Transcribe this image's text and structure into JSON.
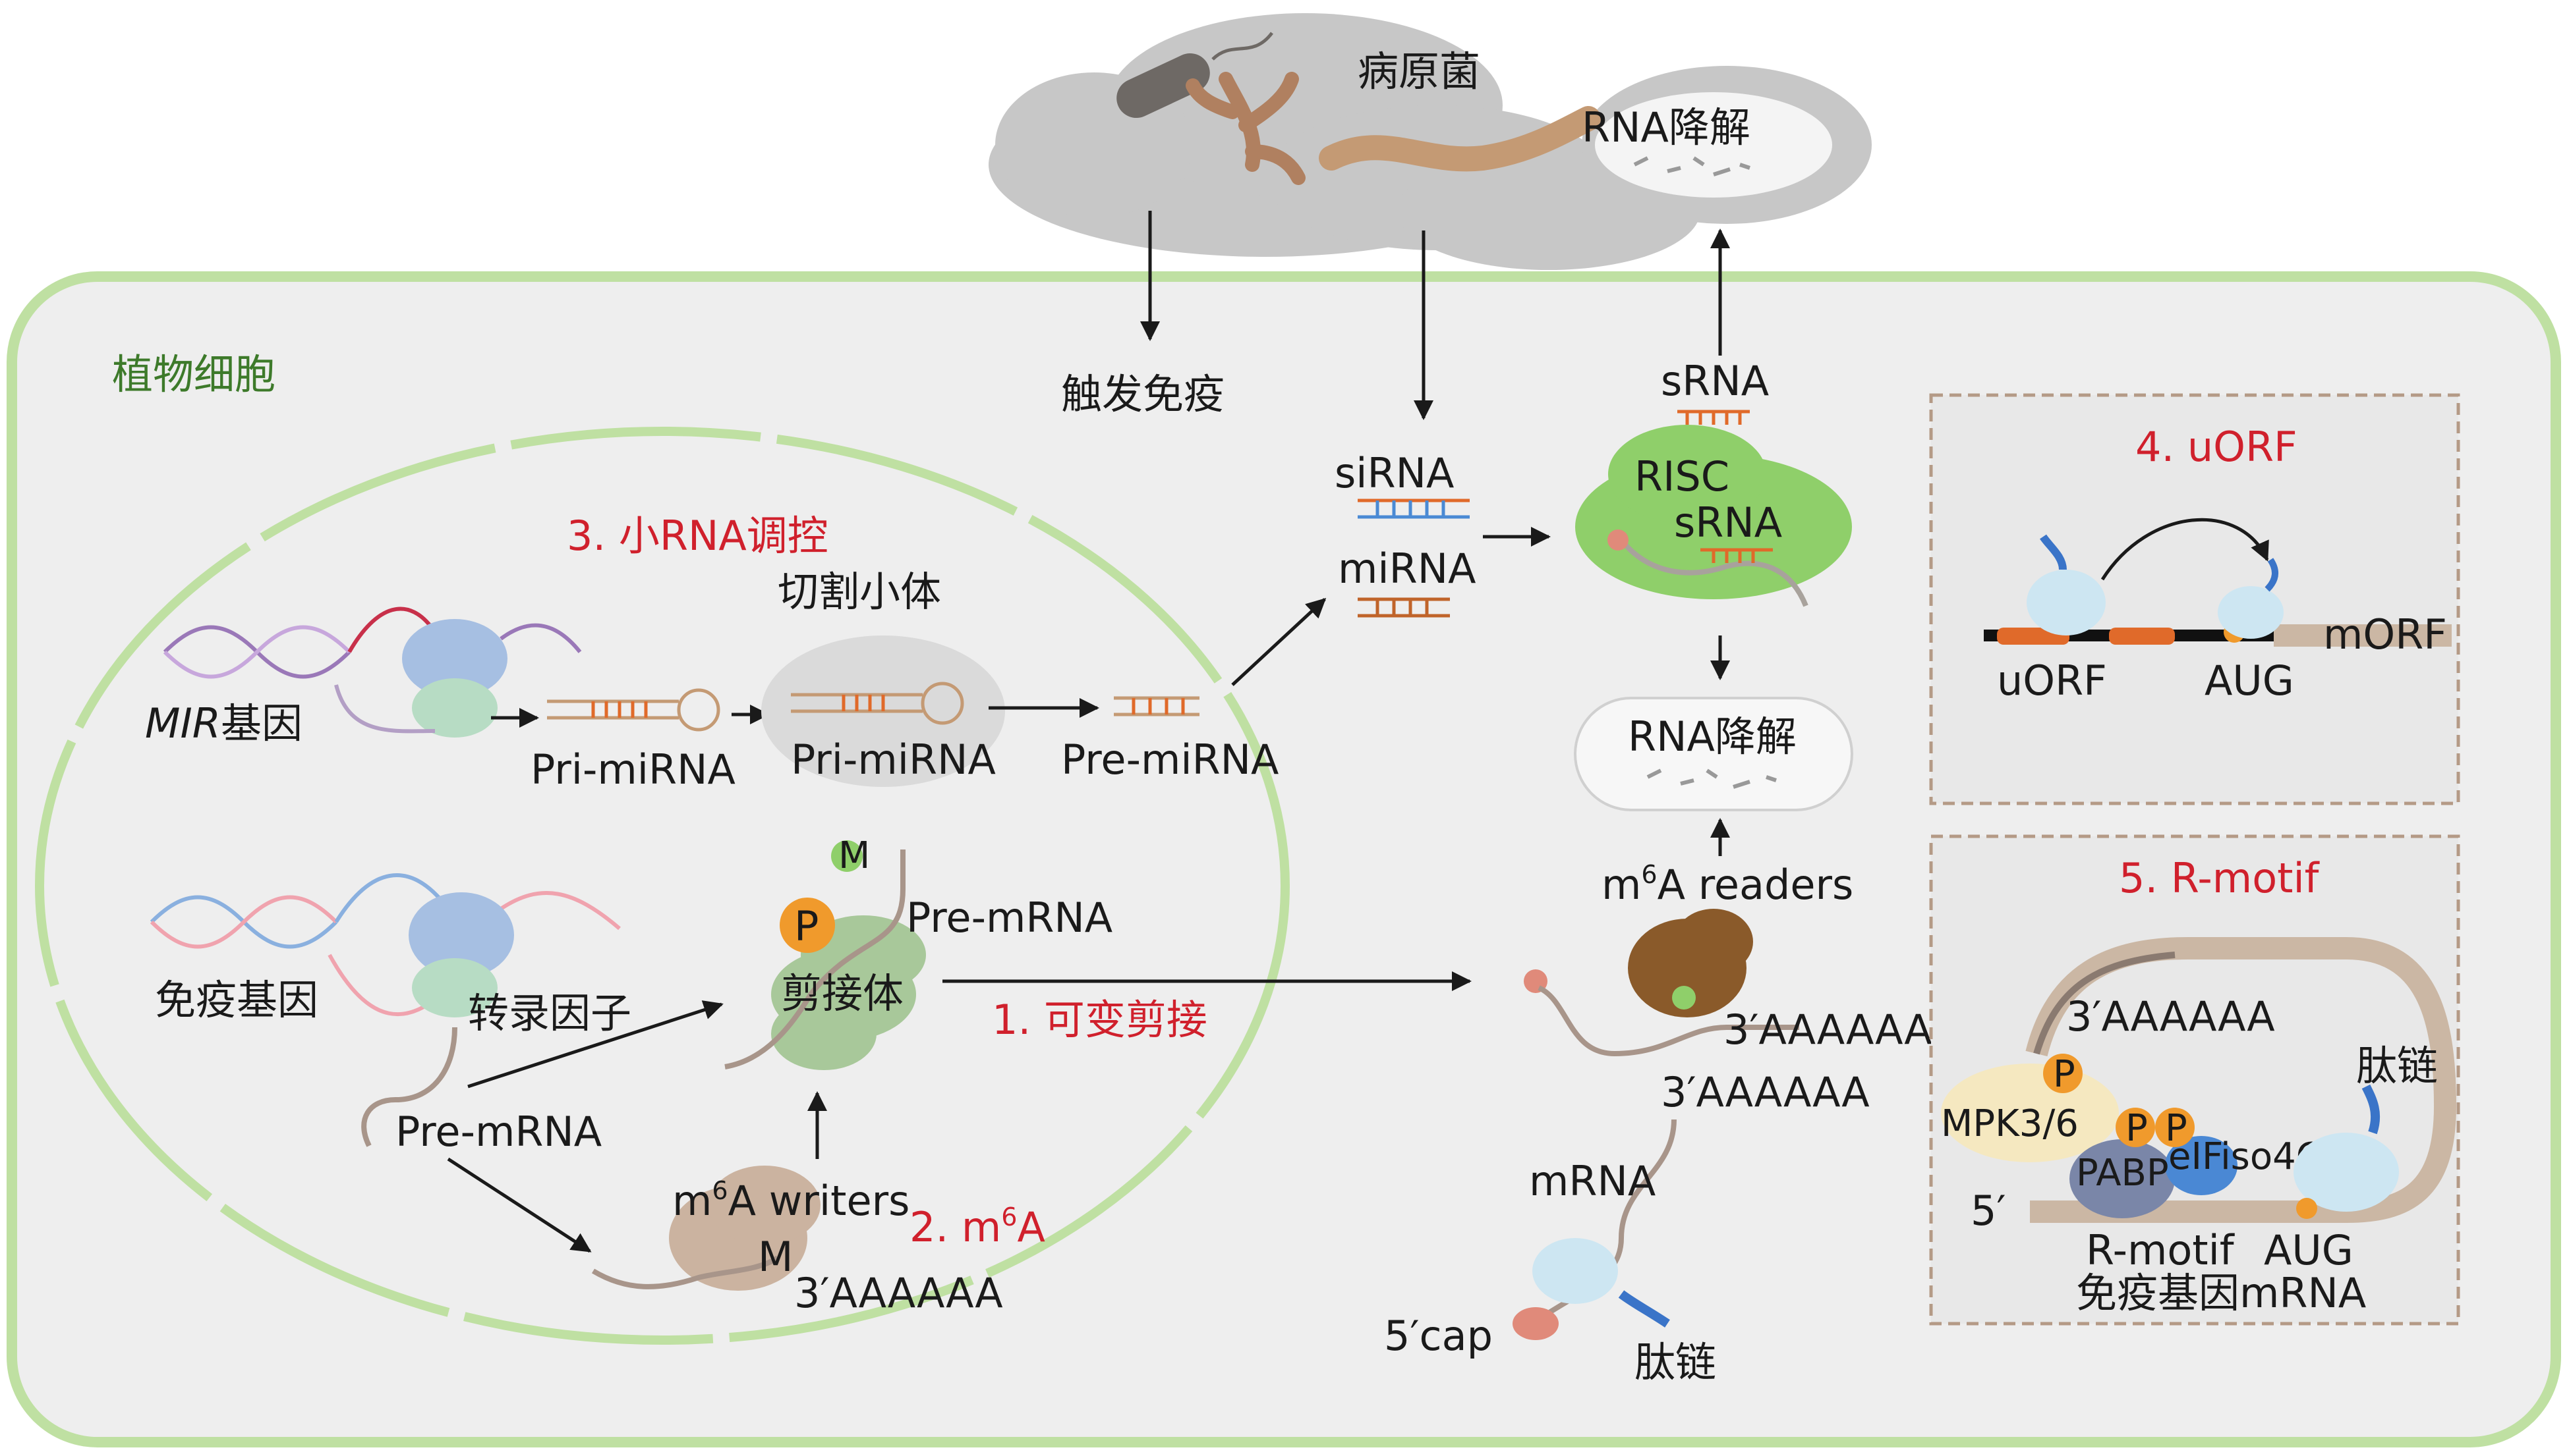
{
  "labels": {
    "pathogen": "病原菌",
    "rna_degradation_top": "RNA降解",
    "trigger_immunity": "触发免疫",
    "plant_cell": "植物细胞",
    "section3": "3. 小RNA调控",
    "dicing_body": "切割小体",
    "mir_gene_italic": "MIR",
    "mir_gene_suffix": "基因",
    "pri_mirna_1": "Pri-miRNA",
    "pri_mirna_2": "Pri-miRNA",
    "pre_mirna": "Pre-miRNA",
    "sirna": "siRNA",
    "mirna": "miRNA",
    "srna_top": "sRNA",
    "risc": "RISC",
    "srna_risc": "sRNA",
    "rna_degradation_mid": "RNA降解",
    "immune_gene": "免疫基因",
    "transcription_factor": "转录因子",
    "pre_mrna_left": "Pre-mRNA",
    "pre_mrna_upper": "Pre-mRNA",
    "spliceosome": "剪接体",
    "p_mark": "P",
    "m_mark": "M",
    "section1": "1. 可变剪接",
    "m6a_writers_pre": "m",
    "m6a_writers_sup": "6",
    "m6a_writers_post": "A writers",
    "section2_pre": "2. m",
    "section2_sup": "6",
    "section2_post": "A",
    "polya_writers": "3′AAAAAA",
    "m6a_readers_pre": "m",
    "m6a_readers_sup": "6",
    "m6a_readers_post": "A readers",
    "polya_readers": "3′AAAAAA",
    "polya_mrna": "3′AAAAAA",
    "mrna": "mRNA",
    "cap": "5′cap",
    "peptide": "肽链",
    "section4": "4. uORF",
    "uorf": "uORF",
    "aug_uorf": "AUG",
    "morf": "mORF",
    "section5": "5. R-motif",
    "polya_rmotif": "3′AAAAAA",
    "mpk": "MPK3/6",
    "pabp": "PABP",
    "eifiso4g": "eIFiso4G",
    "five_prime": "5′",
    "r_motif": "R-motif",
    "aug_rmotif": "AUG",
    "immune_gene_mrna": "免疫基因mRNA",
    "peptide_rmotif": "肽链"
  },
  "colors": {
    "cell_border": "#bfe0a2",
    "cell_fill": "#eeeeee",
    "cloud": "#c7c7c7",
    "section_red": "#d0202c",
    "plant_green": "#3d7a2a",
    "phospho_orange": "#f09a2c",
    "risc_green": "#8fcf6a",
    "reader_brown": "#8a5a2a",
    "ribosome_blue": "#cde6f2",
    "box_border": "#b49a86"
  }
}
